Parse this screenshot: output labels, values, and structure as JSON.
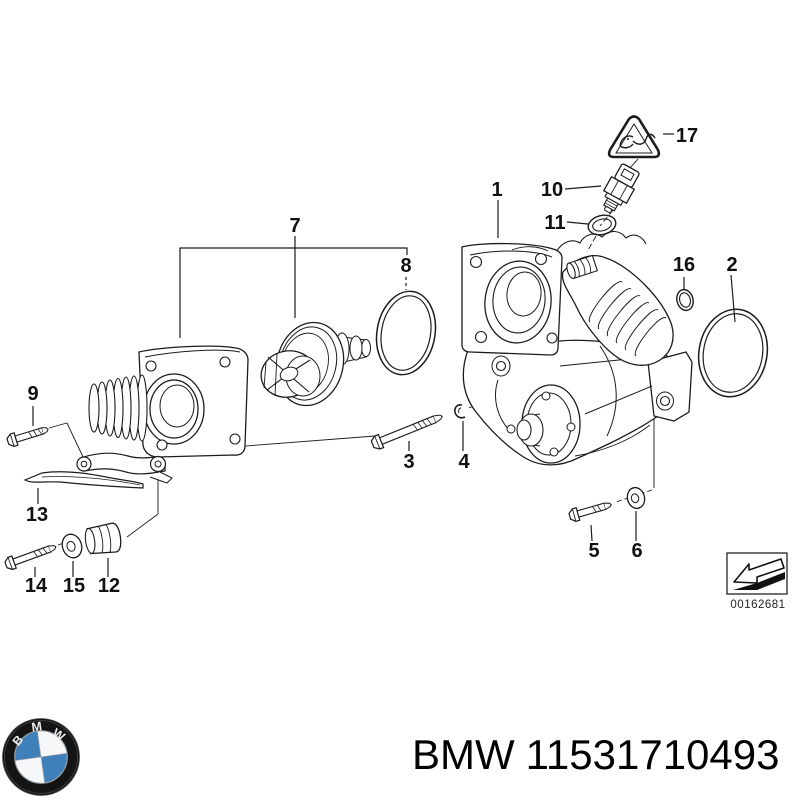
{
  "colors": {
    "line": "#1c1c1c",
    "background": "#ffffff",
    "logo_blue": "#3f80ba",
    "logo_white": "#f5f7f9",
    "logo_ring": "#141414"
  },
  "diagram": {
    "callouts": [
      {
        "label": "1"
      },
      {
        "label": "2"
      },
      {
        "label": "3"
      },
      {
        "label": "4"
      },
      {
        "label": "5"
      },
      {
        "label": "6"
      },
      {
        "label": "7"
      },
      {
        "label": "8"
      },
      {
        "label": "9"
      },
      {
        "label": "10"
      },
      {
        "label": "11"
      },
      {
        "label": "12"
      },
      {
        "label": "13"
      },
      {
        "label": "14"
      },
      {
        "label": "15"
      },
      {
        "label": "16"
      },
      {
        "label": "17"
      }
    ],
    "stamp_code": "00162681"
  },
  "footer": {
    "brand": "BMW",
    "part_number": "11531710493"
  },
  "logo": {
    "letters": [
      "B",
      "M",
      "W"
    ]
  }
}
